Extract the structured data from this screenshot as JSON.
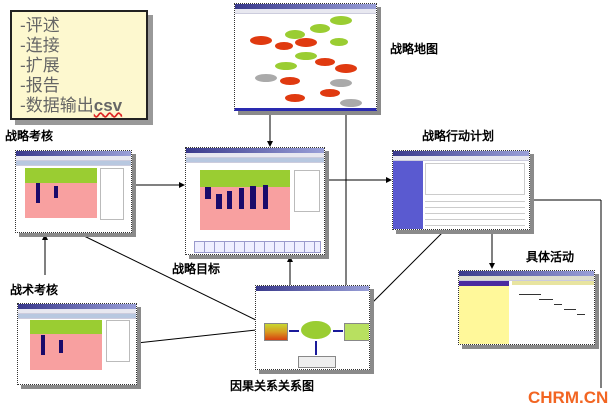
{
  "note": {
    "items": [
      "-评述",
      "-连接",
      "-扩展",
      "-报告"
    ],
    "last_item": "-数据输出",
    "last_item_suffix": "csv"
  },
  "labels": {
    "strategy_map": "战略地图",
    "strategic_assessment": "战略考核",
    "strategic_objectives": "战略目标",
    "strategic_action_plan": "战略行动计划",
    "specific_activities": "具体活动",
    "tactical_assessment": "战术考核",
    "cause_effect_diagram": "因果关系关系图"
  },
  "watermark": "CHRM.CN",
  "colors": {
    "watermark": "#f26522",
    "note_bg": "#fdf8cf",
    "chart_green": "#9acd32",
    "chart_pink": "#f8a0a0",
    "bar": "#1a0a6a",
    "map_red": "#e03a10"
  }
}
